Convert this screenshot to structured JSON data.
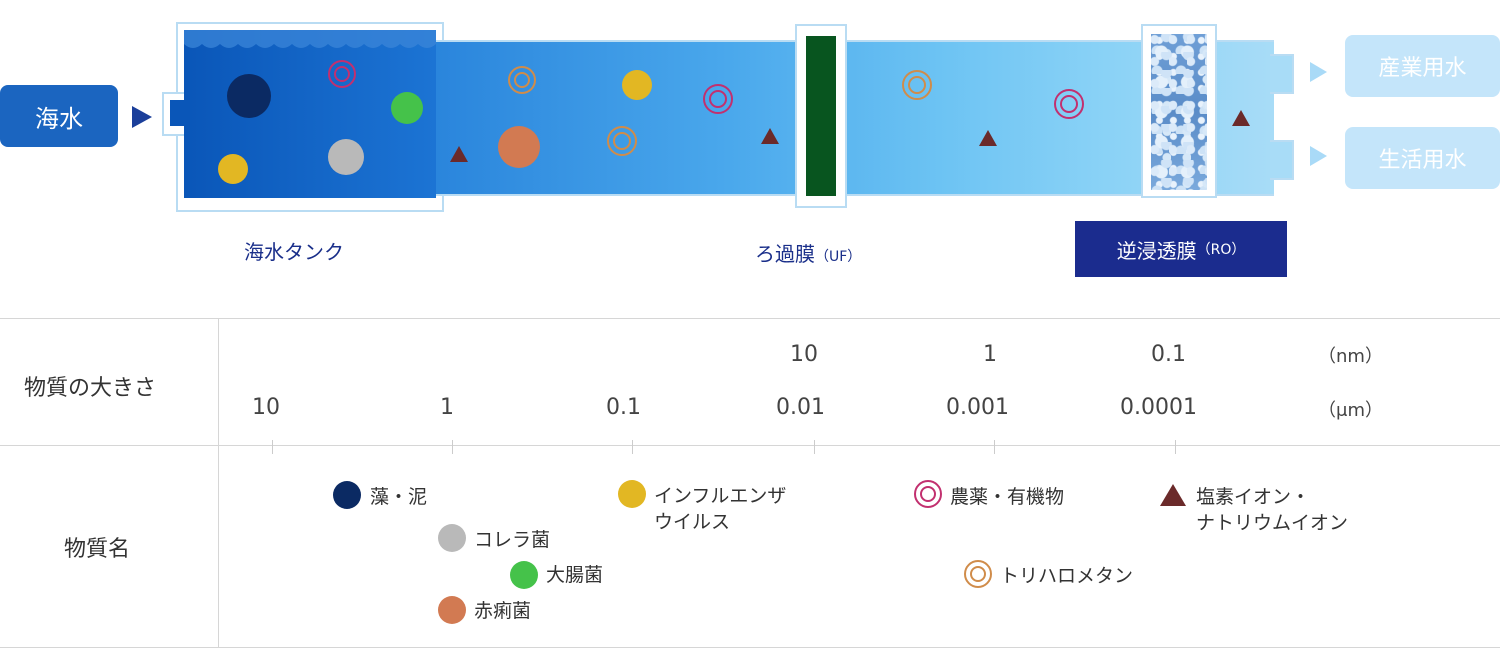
{
  "flow": {
    "input": "海水",
    "tank_label": "海水タンク",
    "uf_label": "ろ過膜",
    "uf_abbr": "（UF）",
    "ro_label": "逆浸透膜",
    "ro_abbr": "（RO）",
    "outputs": [
      "産業用水",
      "生活用水"
    ]
  },
  "table": {
    "size_header": "物質の大きさ",
    "name_header": "物質名",
    "nm_values": [
      "10",
      "1",
      "0.1"
    ],
    "nm_unit": "（nm）",
    "um_values": [
      "10",
      "1",
      "0.1",
      "0.01",
      "0.001",
      "0.0001"
    ],
    "um_unit": "（μm）"
  },
  "legend": {
    "algae": "藻・泥",
    "cholera": "コレラ菌",
    "ecoli": "大腸菌",
    "dysentery": "赤痢菌",
    "influenza_1": "インフルエンザ",
    "influenza_2": "ウイルス",
    "pesticide": "農薬・有機物",
    "trihalomethane": "トリハロメタン",
    "ions_1": "塩素イオン・",
    "ions_2": "ナトリウムイオン"
  },
  "colors": {
    "navy_dot": "#0b2a63",
    "gray_dot": "#b9b9b9",
    "green_dot": "#45c24a",
    "orange_dot": "#d27a52",
    "yellow_dot": "#e2b723",
    "pink_ring": "#c2306f",
    "orange_ring": "#d08c4a",
    "triangle": "#6b2a2a"
  }
}
